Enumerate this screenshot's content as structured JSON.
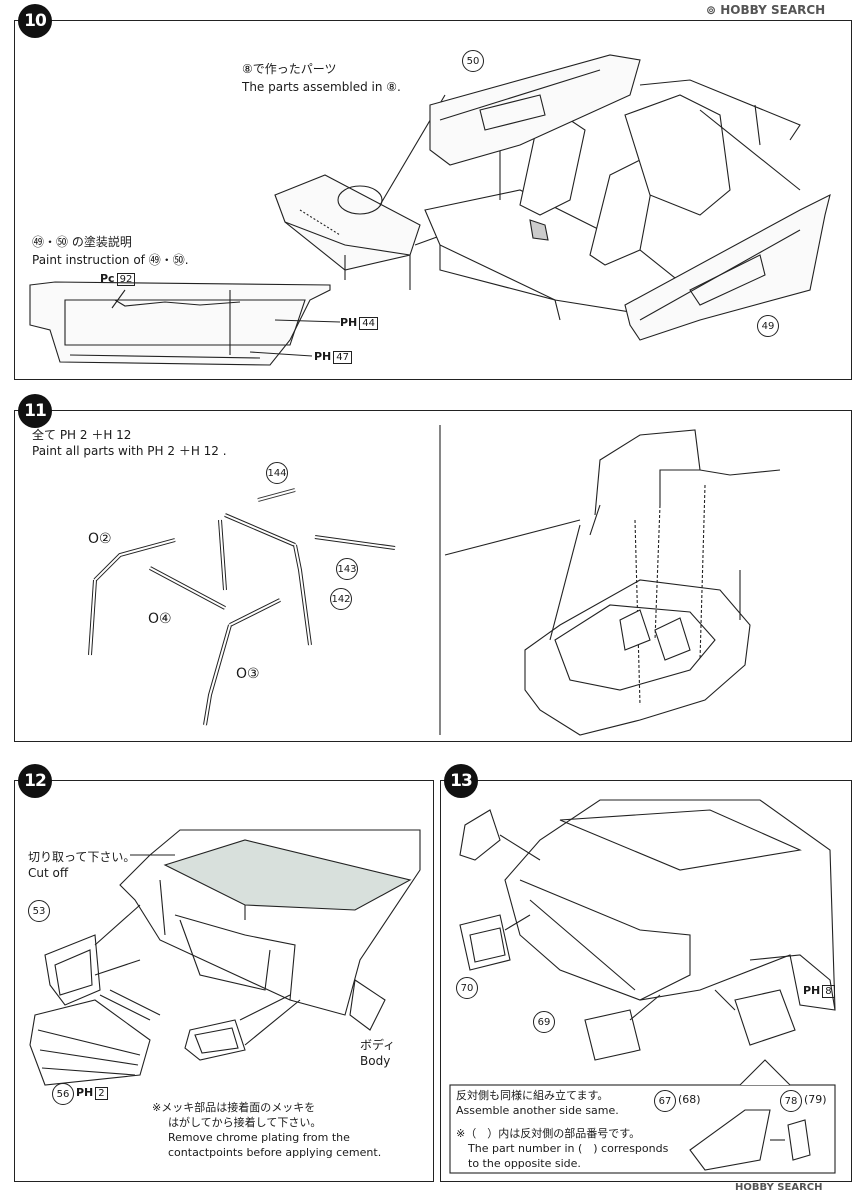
{
  "steps": {
    "s10": "10",
    "s11": "11",
    "s12": "12",
    "s13": "13"
  },
  "step10": {
    "parts_jp": "⑧で作ったパーツ",
    "parts_en": "The parts assembled in ⑧.",
    "paint_jp": "㊾・㊿ の塗装説明",
    "paint_en": "Paint instruction of ㊾・㊿.",
    "part_50": "50",
    "part_49": "49",
    "pc": "Pc",
    "pc_code": "92",
    "ph1": "PH",
    "ph1_code": "44",
    "ph2": "PH",
    "ph2_code": "47"
  },
  "step11": {
    "paint_jp": "全て PH 2 ＋H 12",
    "paint_en": "Paint all parts with PH 2 ＋H 12 .",
    "part_144": "144",
    "part_143": "143",
    "part_142": "142",
    "o2": "O②",
    "o3": "O③",
    "o4": "O④"
  },
  "step12": {
    "cut_jp": "切り取って下さい。",
    "cut_en": "Cut off",
    "part_53": "53",
    "part_56": "56",
    "ph": "PH",
    "ph_code": "2",
    "body_jp": "ボディ",
    "body_en": "Body",
    "note_jp1": "※メッキ部品は接着面のメッキを",
    "note_jp2": "はがしてから接着して下さい。",
    "note_en1": "Remove chrome plating from the",
    "note_en2": "contactpoints before applying cement."
  },
  "step13": {
    "part_70": "70",
    "part_69": "69",
    "ph": "PH",
    "ph_code": "8",
    "note_jp1": "反対側も同様に組み立てます。",
    "note_en1": "Assemble another side same.",
    "note_jp2": "※（　）内は反対側の部品番号です。",
    "note_en2": "The part number in (　) corresponds",
    "note_en3": "to the opposite side.",
    "part_67": "67",
    "part_68": "(68)",
    "part_78": "78",
    "part_79": "(79)"
  },
  "watermark": "HOBBY SEARCH"
}
